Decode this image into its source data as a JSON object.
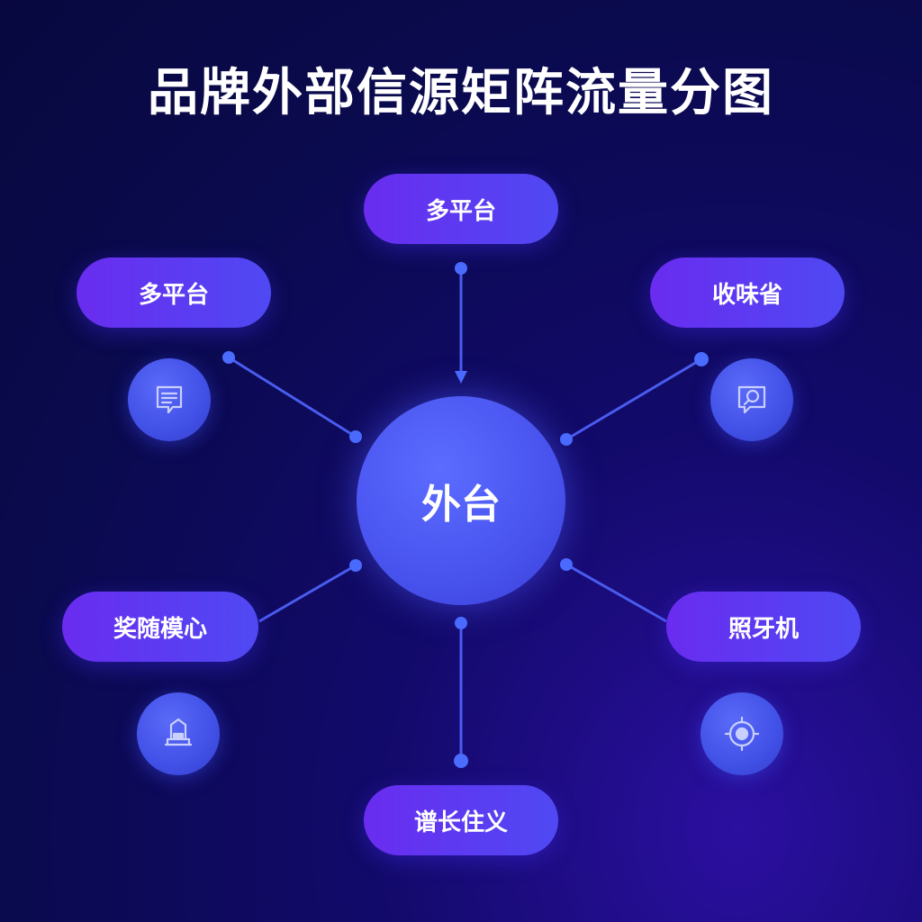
{
  "title": "品牌外部信源矩阵流量分图",
  "hub": {
    "label": "外台"
  },
  "nodes": {
    "top": {
      "label": "多平台"
    },
    "upper_left": {
      "label": "多平台"
    },
    "upper_right": {
      "label": "收味省"
    },
    "lower_left": {
      "label": "奖随模心"
    },
    "lower_right": {
      "label": "照牙机"
    },
    "bottom": {
      "label": "谱长住义"
    }
  },
  "icons": {
    "upper_left": "document-chat-icon",
    "upper_right": "search-chat-icon",
    "lower_left": "building-icon",
    "lower_right": "target-icon"
  },
  "colors": {
    "background": "#0a0a4e",
    "pill_start": "#6a2cf0",
    "pill_end": "#4f49f3",
    "hub": "#4a55f0",
    "link": "#4a5cf0"
  }
}
